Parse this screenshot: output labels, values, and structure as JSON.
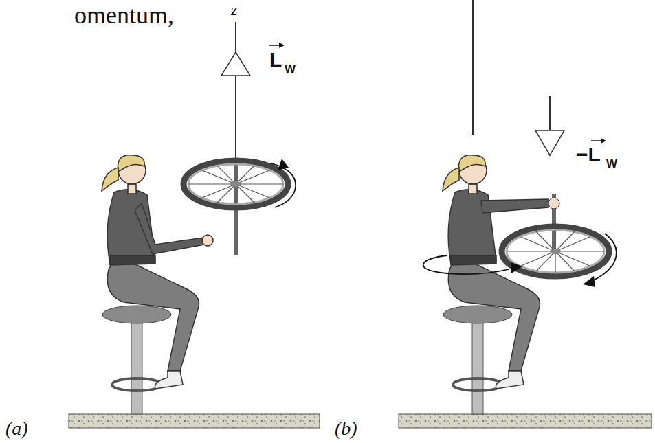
{
  "diagram": {
    "labels": [
      "omentum,",
      "z",
      "L",
      "W",
      "−L",
      "W",
      "(a)",
      "(b)"
    ]
  }
}
